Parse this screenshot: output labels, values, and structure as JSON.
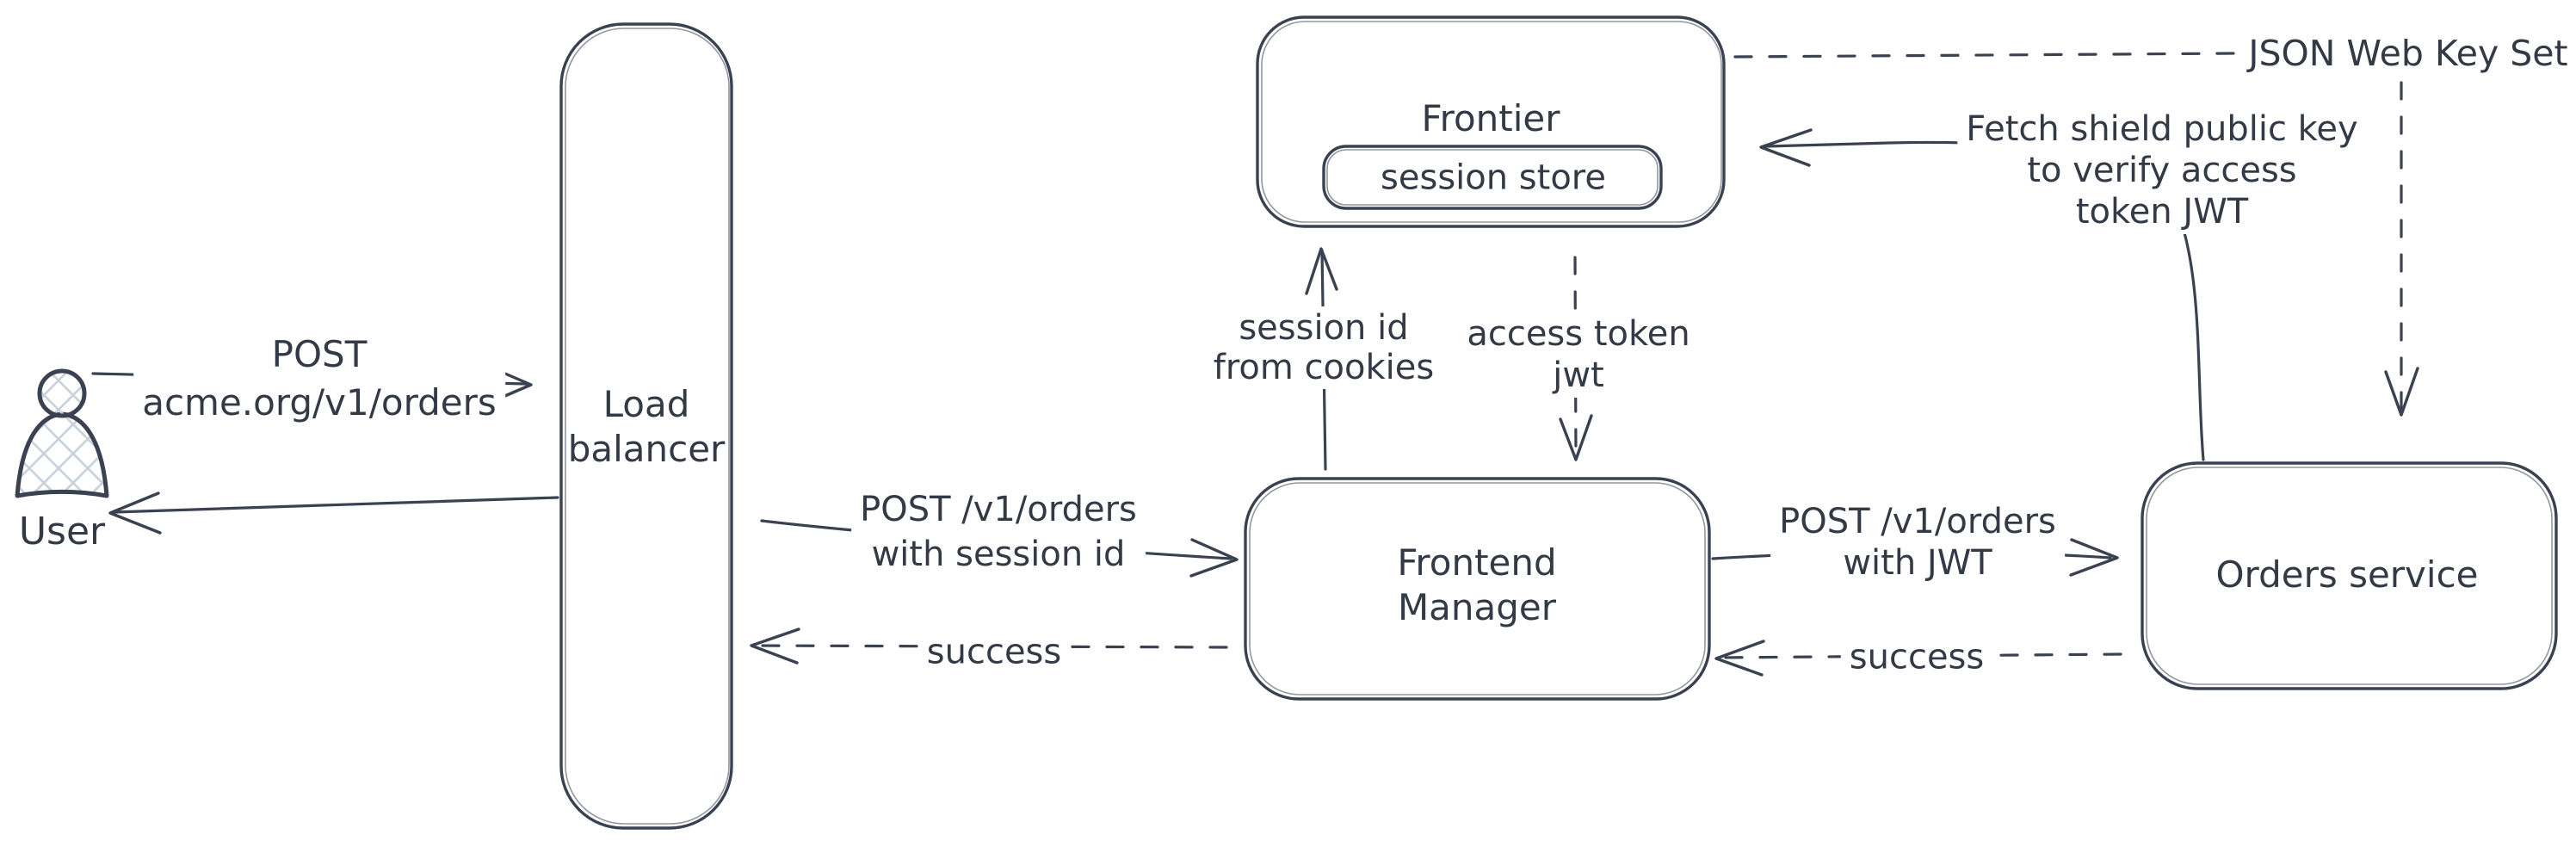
{
  "nodes": {
    "user": {
      "label": "User"
    },
    "load_balancer": {
      "line1": "Load",
      "line2": "balancer"
    },
    "frontier": {
      "label": "Frontier"
    },
    "session_store": {
      "label": "session store"
    },
    "frontend_manager": {
      "line1": "Frontend",
      "line2": "Manager"
    },
    "orders_service": {
      "label": "Orders service"
    }
  },
  "edges": {
    "user_to_lb": {
      "line1": "POST",
      "line2": "acme.org/v1/orders"
    },
    "lb_to_fm": {
      "line1": "POST /v1/orders",
      "line2": "with session id"
    },
    "fm_to_lb_success": {
      "label": "success"
    },
    "fm_to_frontier": {
      "line1": "session id",
      "line2": "from cookies"
    },
    "frontier_to_fm": {
      "line1": "access token",
      "line2": "jwt"
    },
    "fm_to_orders": {
      "line1": "POST /v1/orders",
      "line2": "with JWT"
    },
    "orders_to_fm_success": {
      "label": "success"
    },
    "orders_to_frontier": {
      "line1": "Fetch shield public key",
      "line2": "to verify access",
      "line3": "token JWT"
    },
    "jwks": {
      "label": "JSON Web Key Set"
    }
  },
  "colors": {
    "stroke": "#3a4150",
    "text": "#333a46",
    "hatch": "#c9d1dc",
    "background": "#ffffff"
  }
}
